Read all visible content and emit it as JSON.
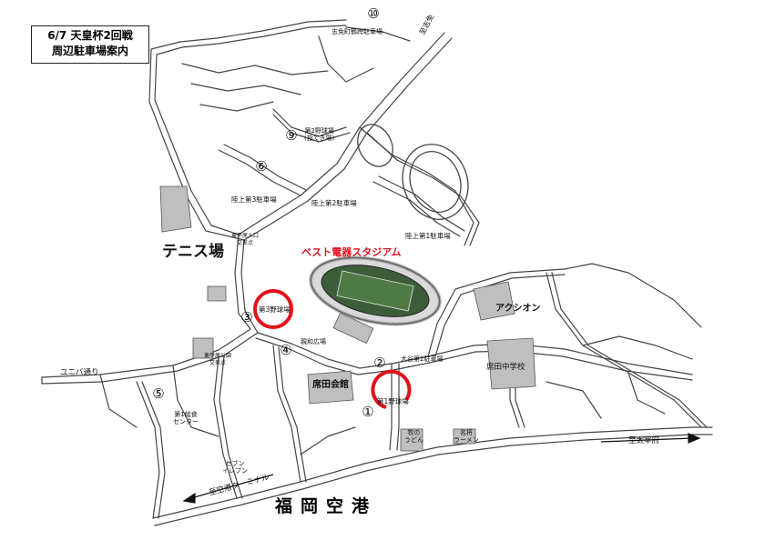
{
  "title": {
    "line1": "6/7 天皇杯2回戦",
    "line2": "周辺駐車場案内"
  },
  "stadium": {
    "name": "ベスト電器スタジアム"
  },
  "circled_numbers": {
    "n1": "①",
    "n2": "②",
    "n3": "③",
    "n4": "④",
    "n5": "⑤",
    "n6": "⑥",
    "n9": "⑨",
    "n10": "⑩"
  },
  "labels": {
    "tennis": "テニス場",
    "athlete": "アクシオン",
    "hall": "席田会館",
    "school": "席田中学校",
    "airport": "福岡空港",
    "yuniba": "ユニバ通り",
    "to_dazaifu": "至太宰府",
    "to_airport_terminal": "至空港ターミナル",
    "to_higashi": "至志免",
    "lot_field1": "第1野球場",
    "lot_field3": "第3野球場",
    "lot_athletics1": "陸上第1駐車場",
    "lot_athletics2": "陸上第2駐車場",
    "lot_athletics3": "陸上第3駐車場",
    "lot_field2_line1": "第2野球場",
    "lot_field2_line2": "(投てき場)",
    "lot_ootani2": "大谷第2駐車場",
    "lot_shime": "志免町鶴跨駐車場",
    "lot_kyoshoku_line1": "第1給食",
    "lot_kyoshoku_line2": "センター",
    "shinwa": "親和広場",
    "seven_line1": "セブン",
    "seven_line2": "イレブン",
    "makino_line1": "牧の",
    "makino_line2": "うどん",
    "ramen_line1": "名将",
    "ramen_line2": "ラーメン",
    "signal1_line1": "東平尾入口",
    "signal1_line2": "交差点",
    "signal2_line1": "東平尾公園",
    "signal2_line2": "交差点"
  },
  "colors": {
    "highlight_circle": "#e0121b",
    "stadium_text": "#e0121b",
    "road": "#555555",
    "building": "#bfbfbf"
  }
}
